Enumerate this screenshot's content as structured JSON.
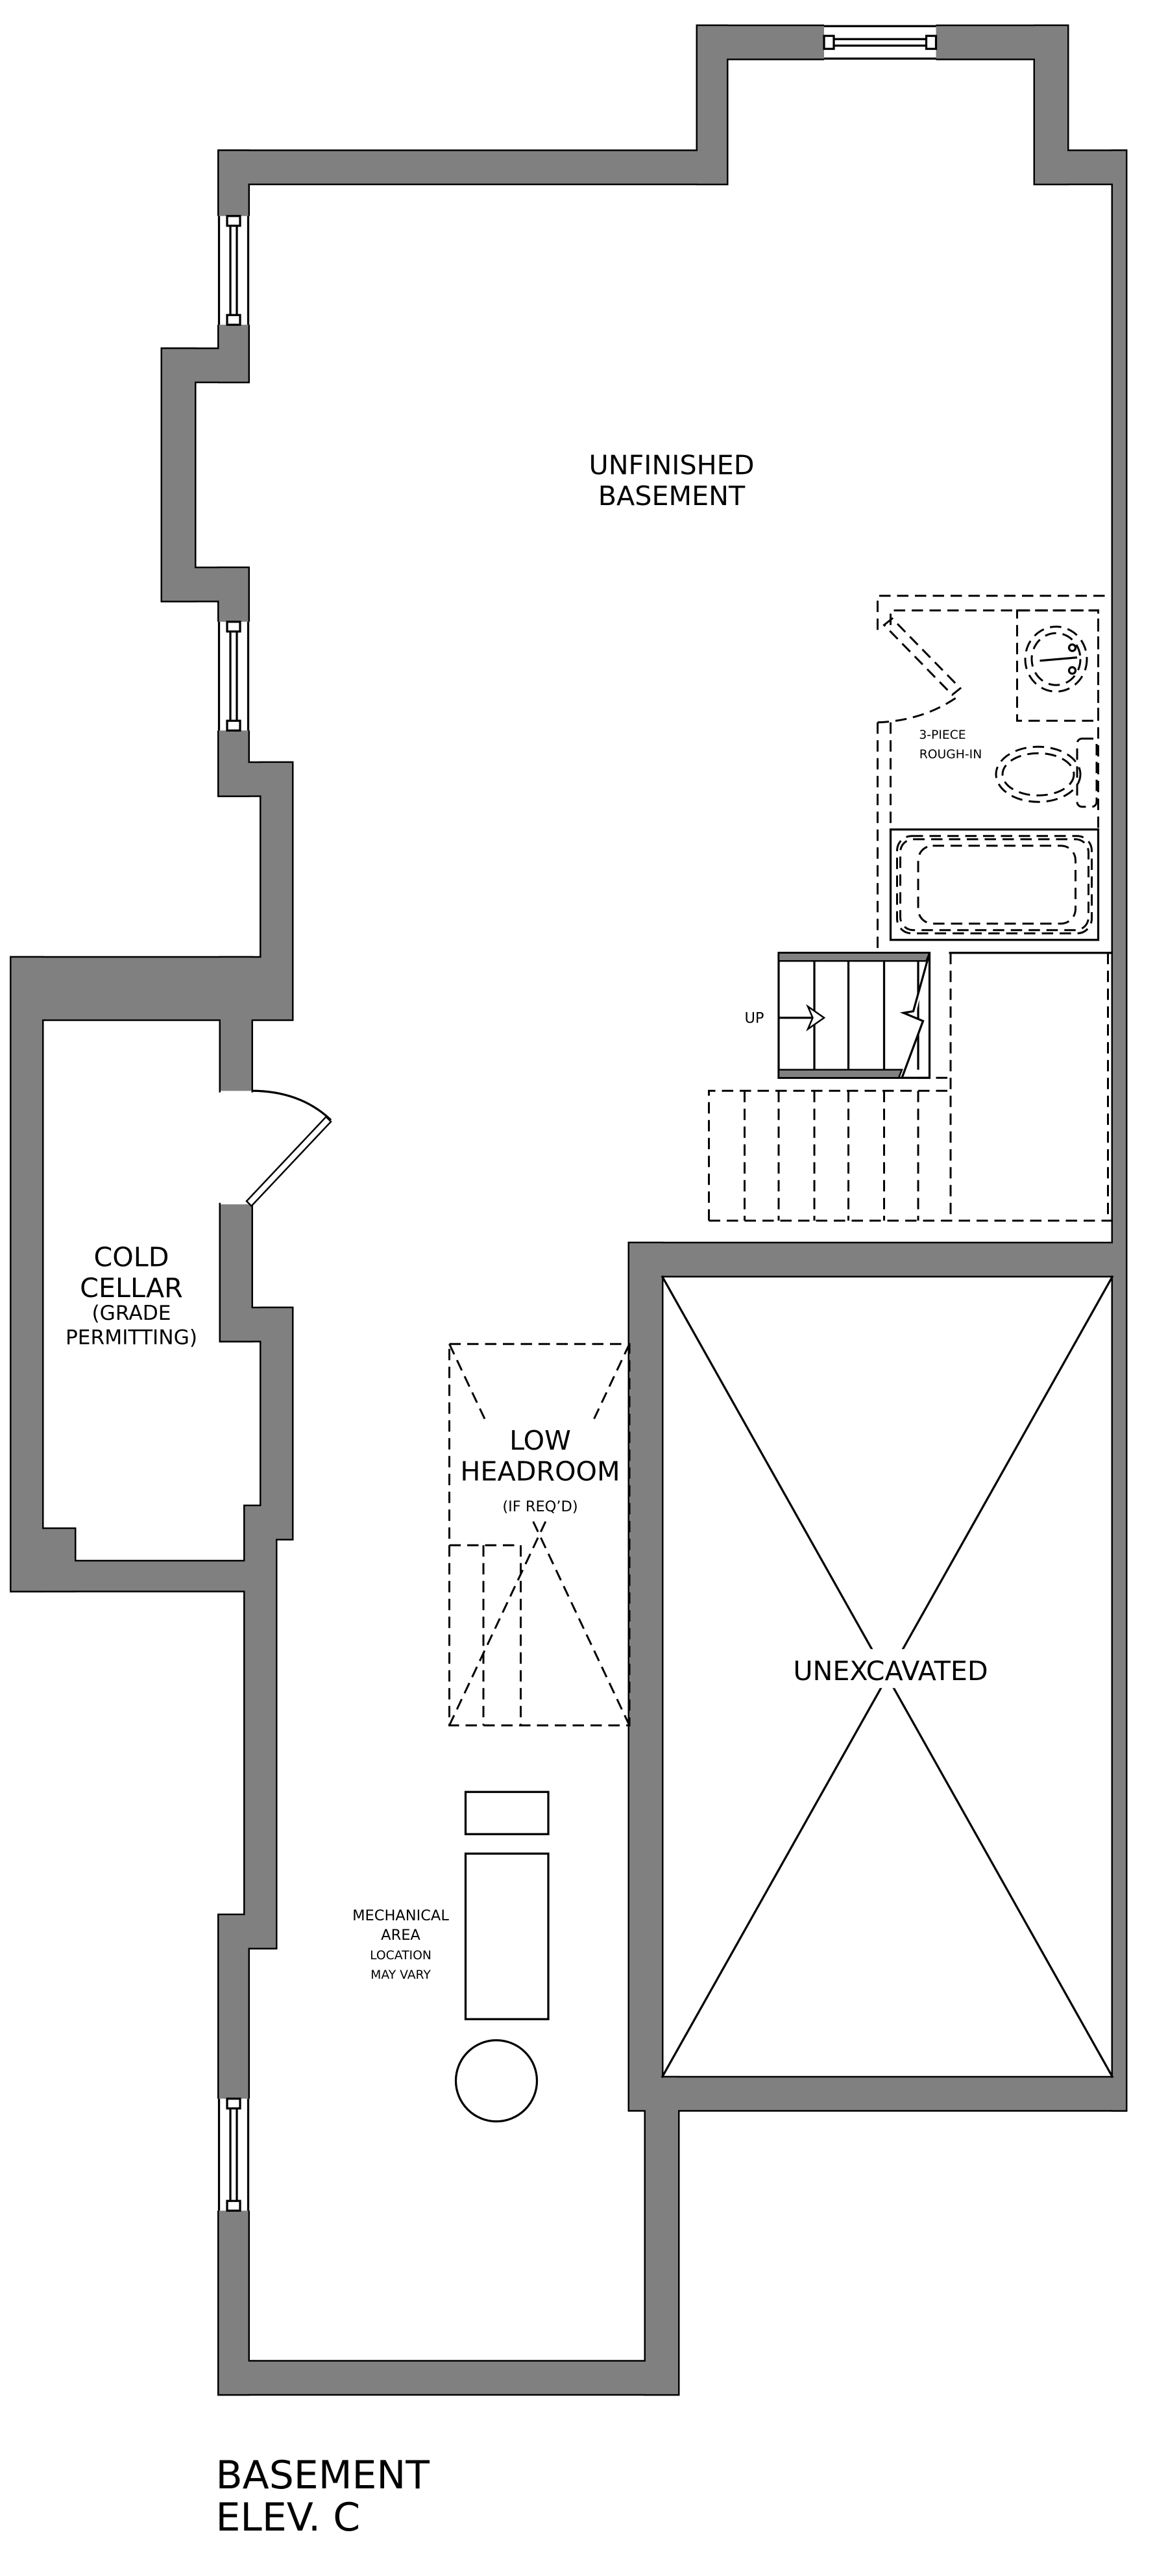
{
  "plan": {
    "title_line1": "BASEMENT",
    "title_line2": "ELEV. C",
    "wall_color": "#808080",
    "rooms": {
      "unfinished_line1": "UNFINISHED",
      "unfinished_line2": "BASEMENT",
      "cold_cellar_line1": "COLD",
      "cold_cellar_line2": "CELLAR",
      "cold_cellar_note1": "(GRADE",
      "cold_cellar_note2": "PERMITTING)",
      "low_headroom_line1": "LOW",
      "low_headroom_line2": "HEADROOM",
      "low_headroom_note": "(IF REQ’D)",
      "unexcavated": "UNEXCAVATED",
      "rough_in_line1": "3-PIECE",
      "rough_in_line2": "ROUGH-IN",
      "mechanical_line1": "MECHANICAL",
      "mechanical_line2": "AREA",
      "mechanical_note1": "LOCATION",
      "mechanical_note2": "MAY VARY",
      "stair_label": "UP"
    }
  }
}
